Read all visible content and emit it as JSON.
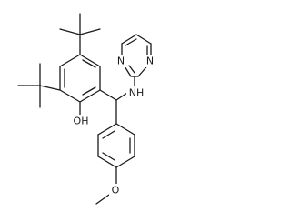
{
  "molecule": {
    "atoms": {
      "oh": "OH",
      "nh": "NH",
      "n1": "N",
      "n2": "N",
      "o": "O"
    }
  }
}
